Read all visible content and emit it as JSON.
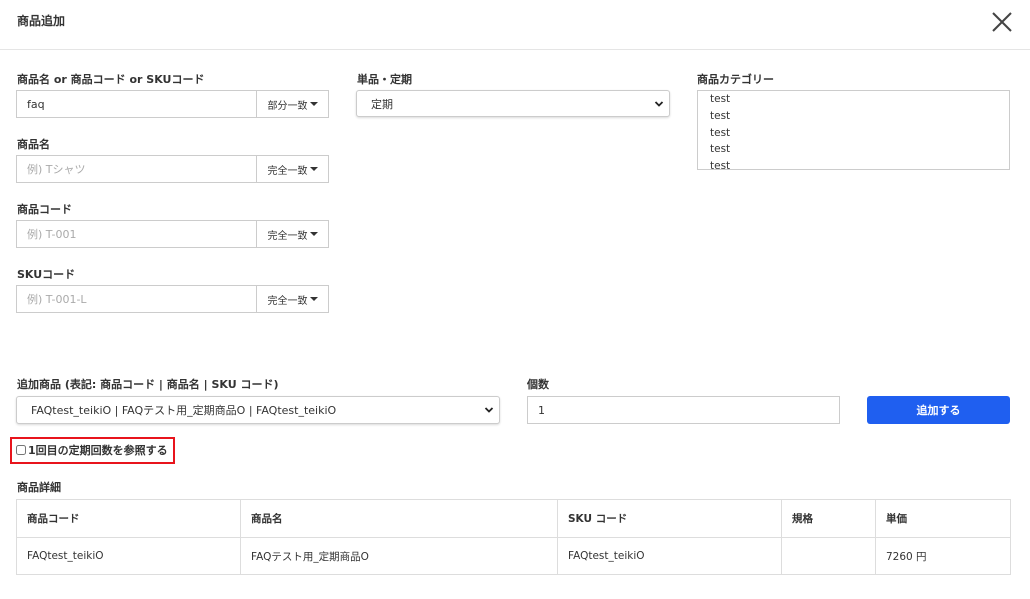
{
  "modal": {
    "title": "商品追加",
    "close_icon": "close-icon"
  },
  "search": {
    "keyword": {
      "label": "商品名 or 商品コード or SKUコード",
      "value": "faq",
      "placeholder": "",
      "match": "部分一致"
    },
    "product_name": {
      "label": "商品名",
      "value": "",
      "placeholder": "例) Tシャツ",
      "match": "完全一致"
    },
    "product_code": {
      "label": "商品コード",
      "value": "",
      "placeholder": "例) T-001",
      "match": "完全一致"
    },
    "sku_code": {
      "label": "SKUコード",
      "value": "",
      "placeholder": "例) T-001-L",
      "match": "完全一致"
    },
    "type": {
      "label": "単品・定期",
      "selected": "定期"
    },
    "category": {
      "label": "商品カテゴリー",
      "options": [
        "test",
        "test",
        "test",
        "test",
        "test"
      ]
    }
  },
  "add": {
    "product_label": "追加商品 (表記: 商品コード | 商品名 | SKU コード)",
    "product_selected": "FAQtest_teikiO | FAQテスト用_定期商品O | FAQtest_teikiO",
    "quantity_label": "個数",
    "quantity_value": "1",
    "button": "追加する",
    "button_color": "#1f5ff0"
  },
  "checkbox": {
    "label": "1回目の定期回数を参照する",
    "checked": false,
    "highlight_color": "#e8141c"
  },
  "detail": {
    "title": "商品詳細",
    "columns": [
      "商品コード",
      "商品名",
      "SKU コード",
      "規格",
      "単価"
    ],
    "rows": [
      [
        "FAQtest_teikiO",
        "FAQテスト用_定期商品O",
        "FAQtest_teikiO",
        "",
        "7260 円"
      ]
    ]
  }
}
